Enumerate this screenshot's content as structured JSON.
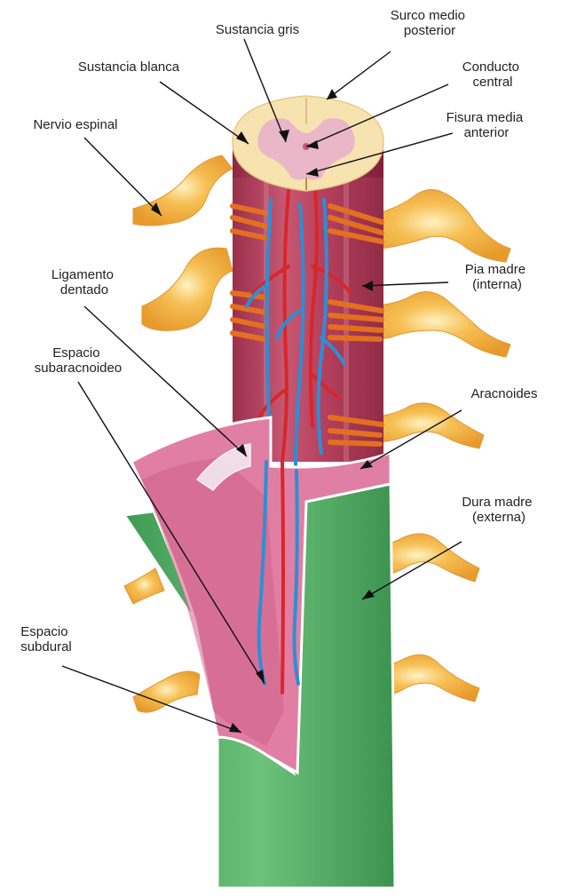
{
  "labels": {
    "sustancia_gris": "Sustancia gris",
    "surco_medio_posterior": [
      "Surco medio",
      "posterior"
    ],
    "sustancia_blanca": "Sustancia blanca",
    "conducto_central": [
      "Conducto",
      "central"
    ],
    "nervio_espinal": "Nervio espinal",
    "fisura_media_anterior": [
      "Fisura media",
      "anterior"
    ],
    "ligamento_dentado": [
      "Ligamento",
      "dentado"
    ],
    "pia_madre": [
      "Pia madre",
      "(interna)"
    ],
    "espacio_subaracnoideo": [
      "Espacio",
      "subaracnoideo"
    ],
    "aracnoides": "Aracnoides",
    "dura_madre": [
      "Dura madre",
      "(externa)"
    ],
    "espacio_subdural": [
      "Espacio",
      "subdural"
    ]
  },
  "colors": {
    "white_matter": "#f7e3b0",
    "gray_matter": "#e9b7c8",
    "cord": "#b53a5a",
    "pia": "#c9546f",
    "arachnoid": "#e07fa3",
    "dura": "#5bb36a",
    "nerve": "#f2a93b",
    "nerve_root": "#e46f20",
    "artery": "#d8262b",
    "vein": "#2b8fd6"
  }
}
